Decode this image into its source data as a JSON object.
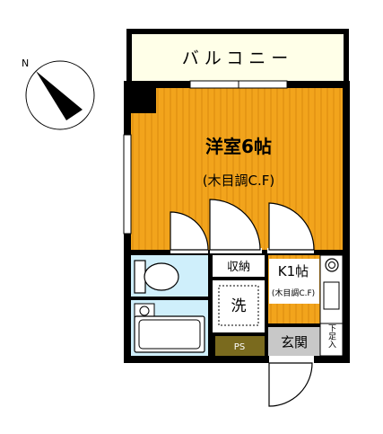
{
  "compass": {
    "north_label": "N"
  },
  "rooms": {
    "balcony": {
      "label": "バルコニー"
    },
    "western_room": {
      "label": "洋室6帖",
      "floor": "(木目調C.F)"
    },
    "storage": {
      "label": "収納"
    },
    "kitchen": {
      "label": "K1帖",
      "floor": "(木目調C.F)"
    },
    "laundry": {
      "label": "洗"
    },
    "ps": {
      "label": "PS"
    },
    "entrance": {
      "label": "玄関"
    },
    "shoe_box": {
      "label": "下足入"
    }
  },
  "colors": {
    "floor_wood": "#F2A41C",
    "floor_stripe": "#D98A0E",
    "bath": "#CFEFFB",
    "balcony": "#FFFFE8",
    "ps": "#7A6A1E",
    "entrance": "#C8C8C8",
    "wall": "#000000"
  }
}
